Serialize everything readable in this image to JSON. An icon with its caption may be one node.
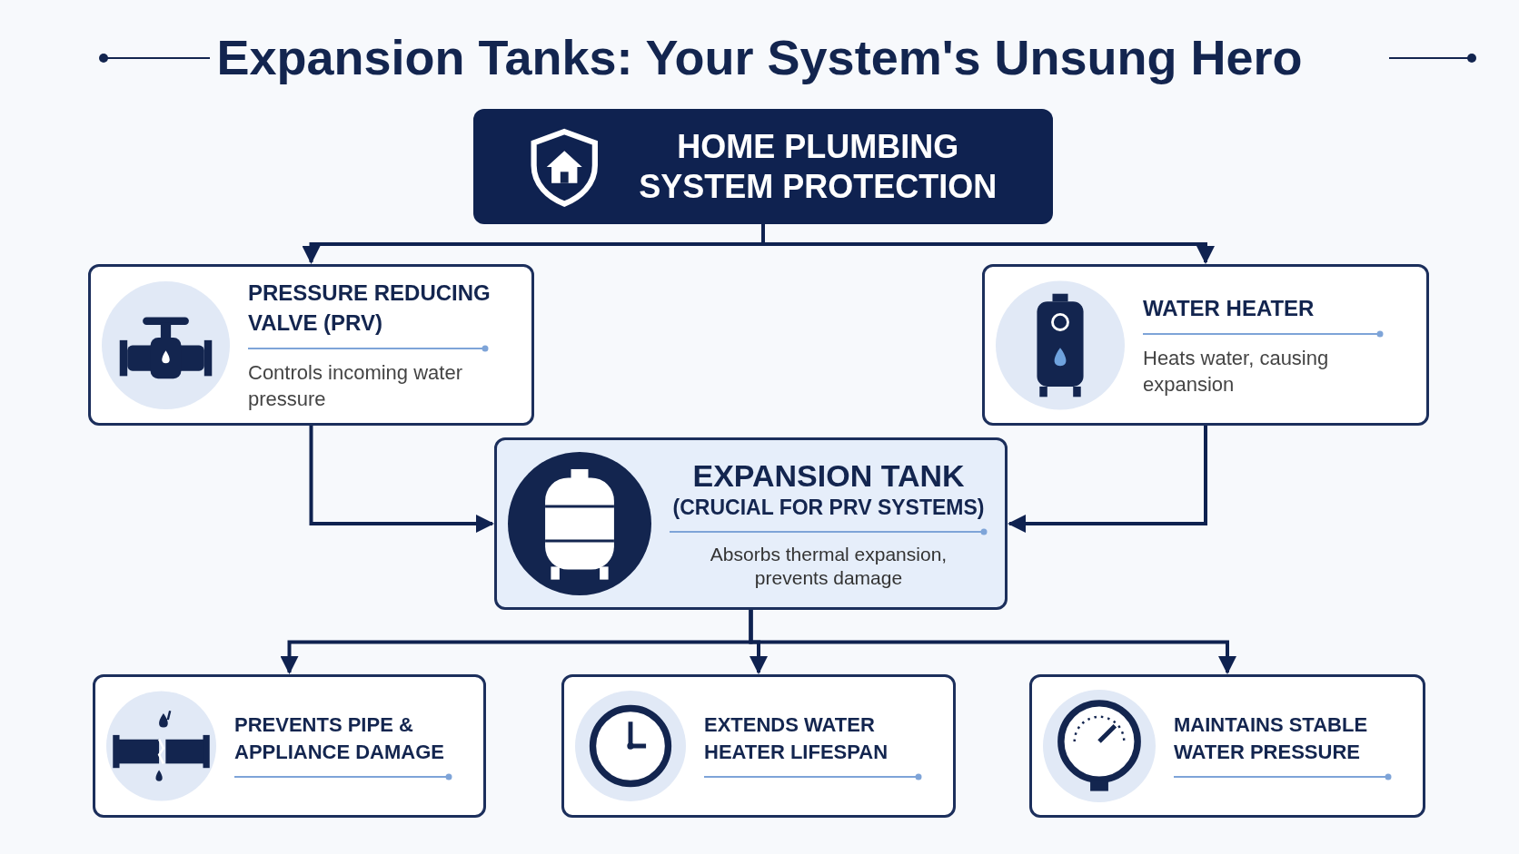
{
  "diagram": {
    "title": "Expansion Tanks: Your System's Unsung Hero",
    "nodes": [
      {
        "text": [
          "HOME PLUMBING SYSTEM PROTECTION"
        ]
      },
      {
        "text": [
          "PRESSURE REDUCING VALVE (PRV)",
          "Controls incoming water pressure"
        ]
      },
      {
        "text": [
          "WATER HEATER",
          "Heats water, causing expansion"
        ]
      },
      {
        "text": [
          "EXPANSION TANK",
          "(CRUCIAL FOR PRV SYSTEMS)",
          "Absorbs thermal expansion, prevents damage"
        ]
      },
      {
        "text": [
          "PREVENTS PIPE & APPLIANCE DAMAGE"
        ]
      },
      {
        "text": [
          "EXTENDS WATER HEATER LIFESPAN"
        ]
      },
      {
        "text": [
          "MAINTAINS STABLE WATER PRESSURE"
        ]
      }
    ],
    "edges": [
      {
        "from": 0,
        "to": 1,
        "arrow": "to"
      },
      {
        "from": 0,
        "to": 2,
        "arrow": "to"
      },
      {
        "from": 1,
        "to": 3,
        "arrow": "to"
      },
      {
        "from": 2,
        "to": 3,
        "arrow": "to"
      },
      {
        "from": 3,
        "to": 4,
        "arrow": "to"
      },
      {
        "from": 3,
        "to": 5,
        "arrow": "to"
      },
      {
        "from": 3,
        "to": 6,
        "arrow": "to"
      }
    ]
  }
}
